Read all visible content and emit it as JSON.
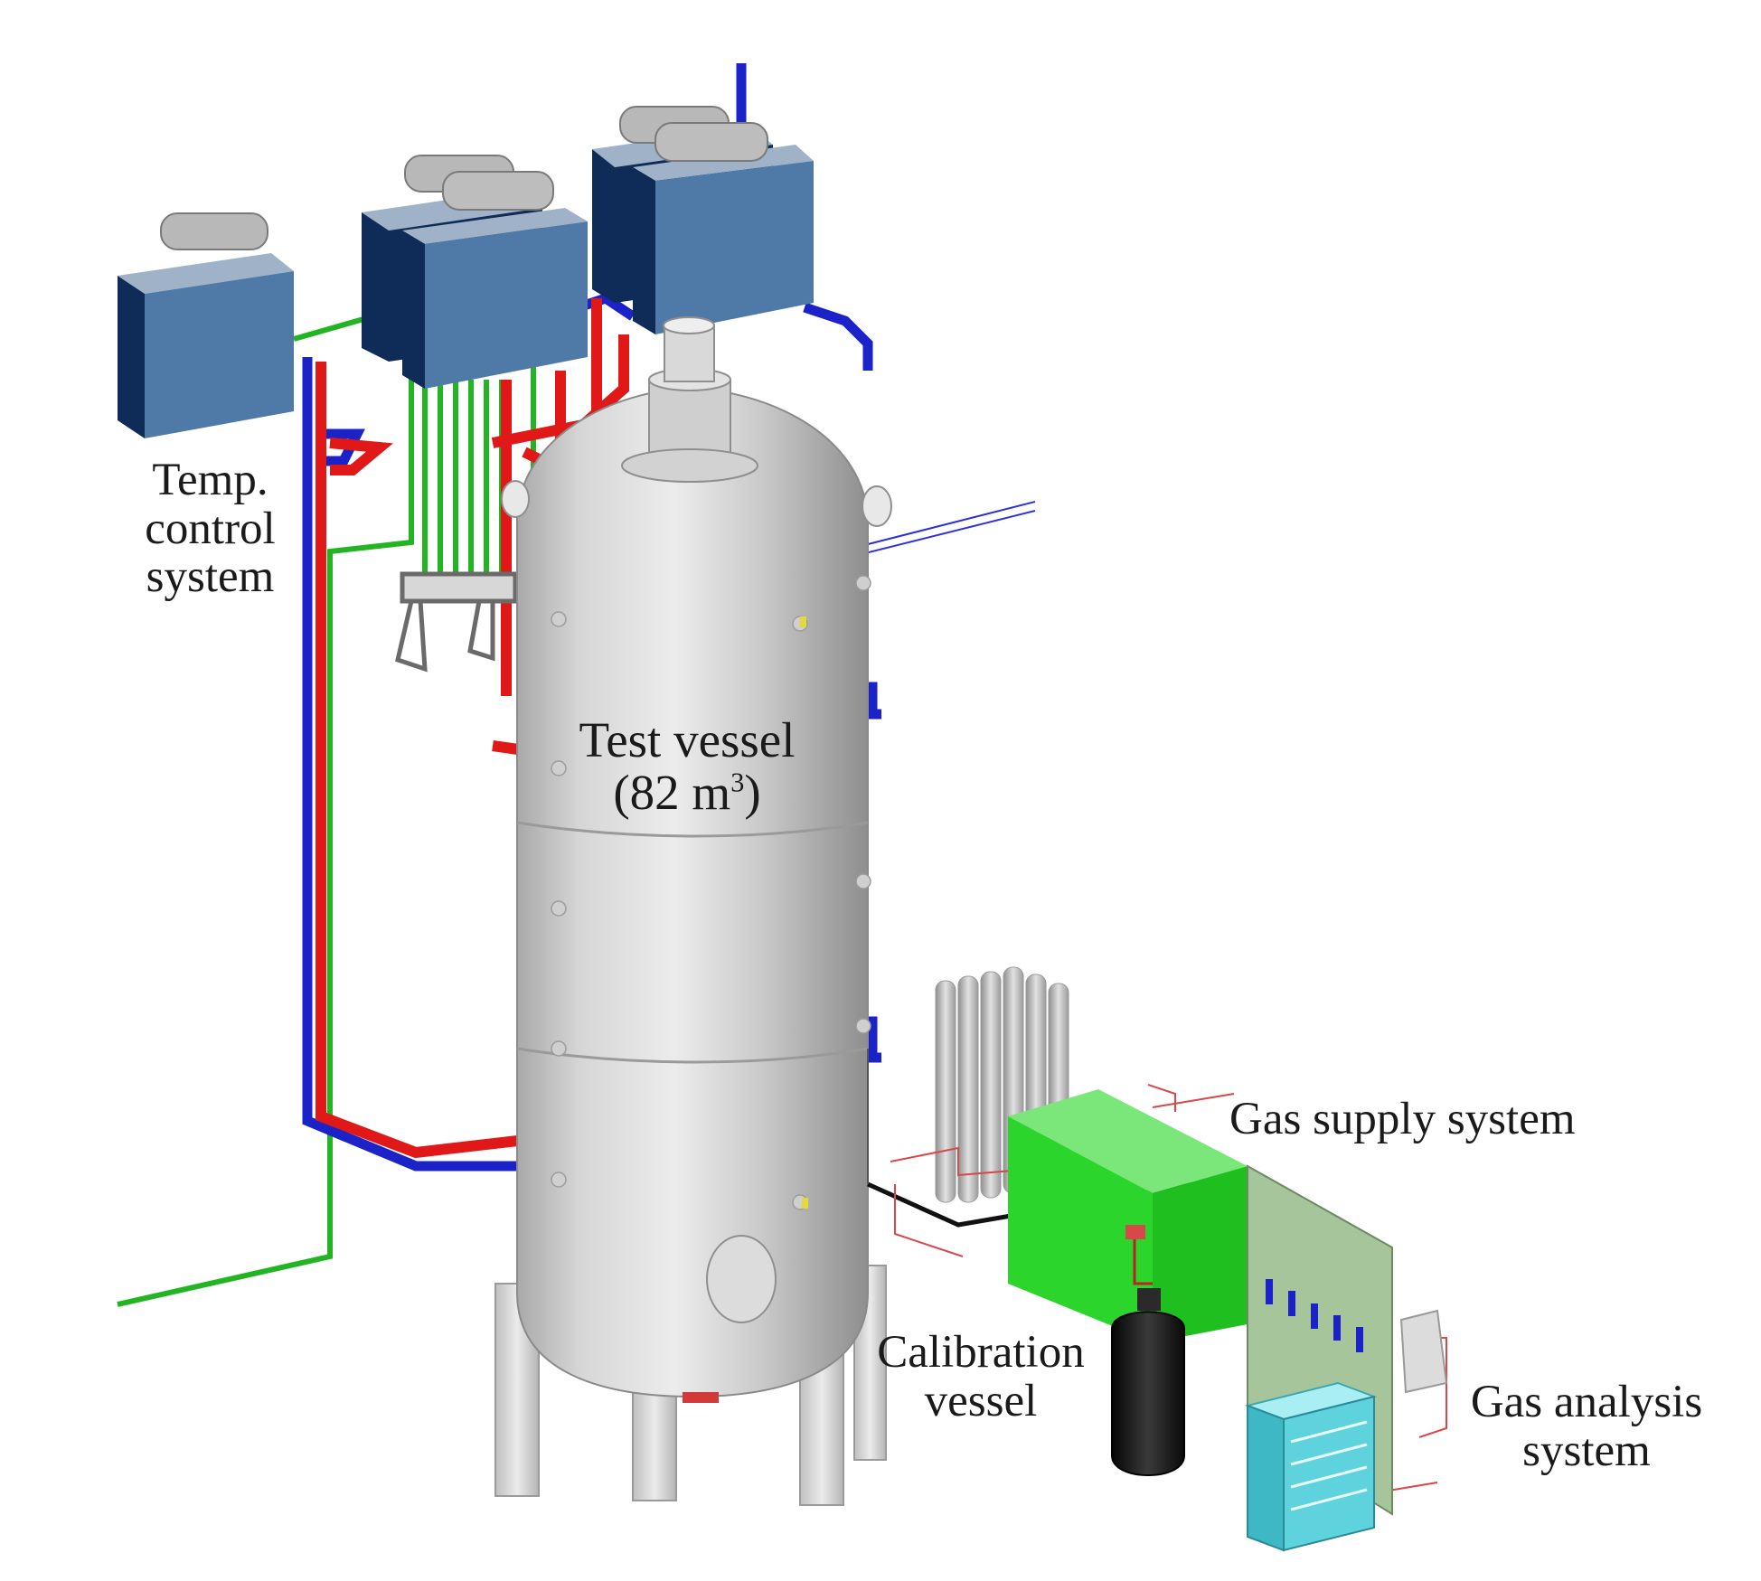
{
  "labels": {
    "temp_control": [
      "Temp.",
      "control",
      "system"
    ],
    "test_vessel_line1": "Test vessel",
    "test_vessel_line2_prefix": "(82 m",
    "test_vessel_line2_sup": "3",
    "test_vessel_line2_suffix": ")",
    "gas_supply": "Gas supply system",
    "calibration": [
      "Calibration",
      "vessel"
    ],
    "gas_analysis": [
      "Gas analysis",
      "system"
    ]
  },
  "colors": {
    "background": "#ffffff",
    "hot_pipe": "#e01818",
    "cold_pipe": "#1a22c8",
    "signal_line": "#22b422",
    "cabinet_front": "#4f79a6",
    "cabinet_side": "#0e2c57",
    "cabinet_top": "#9fb2c8",
    "vessel_light": "#e6e6e6",
    "vessel_dark": "#9a9a9a",
    "gas_supply_box": "#2bd52b",
    "calibration_vessel": "#1c1c1c",
    "analysis_cabinet": "#5fd3dd",
    "thin_line_red": "#d84848"
  },
  "icons": [
    "chiller-unit-icon",
    "test-vessel-icon",
    "calibration-vessel-icon",
    "gas-cylinder-rack-icon",
    "gas-analysis-cabinet-icon"
  ]
}
